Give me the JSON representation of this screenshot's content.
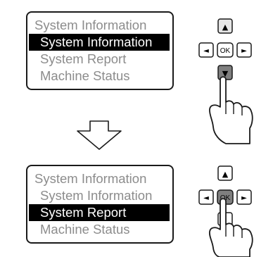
{
  "screens": [
    {
      "header": "System Information",
      "items": [
        {
          "label": "System Information",
          "selected": true
        },
        {
          "label": "System Report",
          "selected": false
        },
        {
          "label": "Machine Status",
          "selected": false
        }
      ]
    },
    {
      "header": "System Information",
      "items": [
        {
          "label": "System Information",
          "selected": false
        },
        {
          "label": "System Report",
          "selected": true
        },
        {
          "label": "Machine Status",
          "selected": false
        }
      ]
    }
  ],
  "keypad": {
    "ok_label": "OK",
    "up_glyph": "▲",
    "down_glyph": "▼",
    "left_glyph": "◄",
    "right_glyph": "►"
  },
  "steps": [
    {
      "pressed_key": "down"
    },
    {
      "pressed_key": "ok"
    }
  ],
  "colors": {
    "outline": "#1a1a1a",
    "pressed_key_fill": "#7f7f7f",
    "selection_fill": "#000000",
    "inactive_text": "#8c8c8c"
  }
}
